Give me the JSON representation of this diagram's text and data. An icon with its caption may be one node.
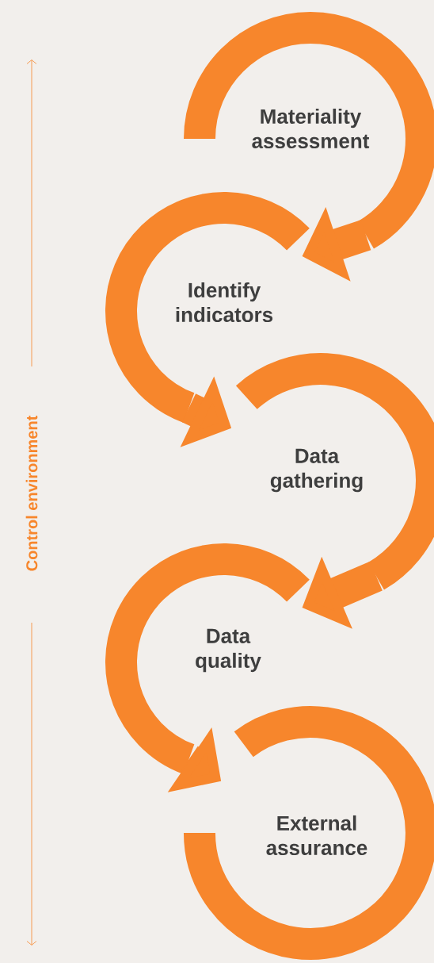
{
  "diagram": {
    "nodes": [
      {
        "text": [
          "Materiality assessment"
        ]
      },
      {
        "text": [
          "Identify indicators"
        ]
      },
      {
        "text": [
          "Data gathering"
        ]
      },
      {
        "text": [
          "Data quality"
        ]
      },
      {
        "text": [
          "External assurance"
        ]
      }
    ],
    "edges": [
      {
        "from": 0,
        "to": 1,
        "arrow": "to"
      },
      {
        "from": 1,
        "to": 2,
        "arrow": "to"
      },
      {
        "from": 2,
        "to": 3,
        "arrow": "to"
      },
      {
        "from": 3,
        "to": 4,
        "arrow": "to"
      }
    ],
    "labels": [
      "Control environment"
    ]
  }
}
